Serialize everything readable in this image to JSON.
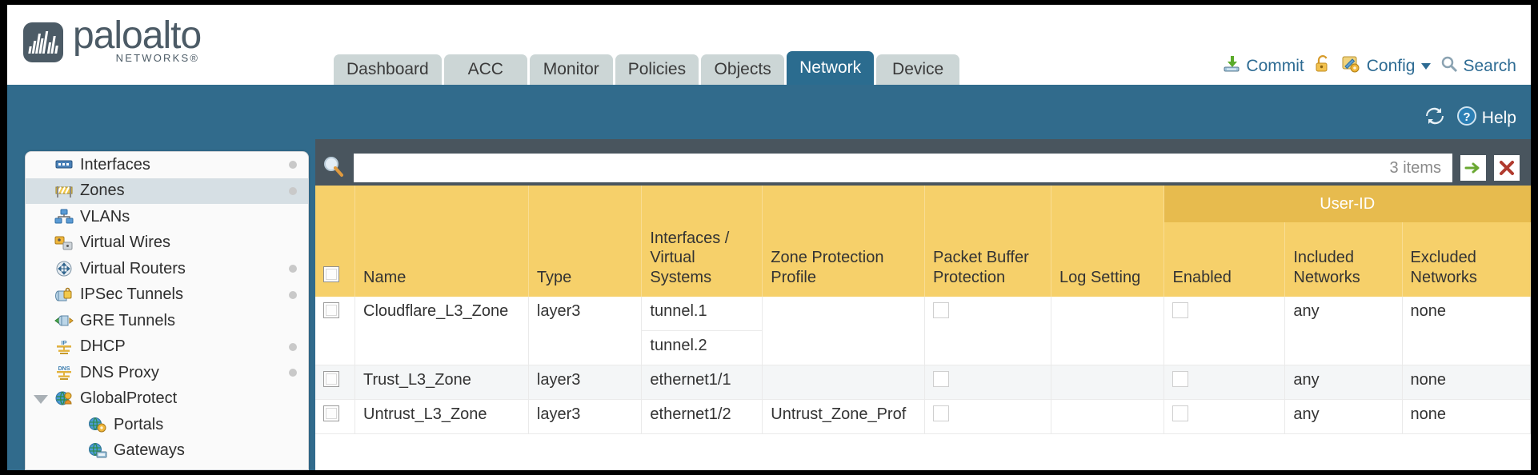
{
  "brand": {
    "name": "paloalto",
    "sub": "NETWORKS®"
  },
  "tabs": [
    {
      "label": "Dashboard",
      "active": false
    },
    {
      "label": "ACC",
      "active": false
    },
    {
      "label": "Monitor",
      "active": false
    },
    {
      "label": "Policies",
      "active": false
    },
    {
      "label": "Objects",
      "active": false
    },
    {
      "label": "Network",
      "active": true
    },
    {
      "label": "Device",
      "active": false
    }
  ],
  "top_actions": {
    "commit": "Commit",
    "config": "Config",
    "search": "Search"
  },
  "band_actions": {
    "help": "Help"
  },
  "sidebar": {
    "items": [
      {
        "label": "Interfaces",
        "icon": "interfaces-icon",
        "dot": true,
        "selected": false,
        "child": false,
        "expander": false
      },
      {
        "label": "Zones",
        "icon": "zones-icon",
        "dot": true,
        "selected": true,
        "child": false,
        "expander": false
      },
      {
        "label": "VLANs",
        "icon": "vlans-icon",
        "dot": false,
        "selected": false,
        "child": false,
        "expander": false
      },
      {
        "label": "Virtual Wires",
        "icon": "virtual-wires-icon",
        "dot": false,
        "selected": false,
        "child": false,
        "expander": false
      },
      {
        "label": "Virtual Routers",
        "icon": "virtual-routers-icon",
        "dot": true,
        "selected": false,
        "child": false,
        "expander": false
      },
      {
        "label": "IPSec Tunnels",
        "icon": "ipsec-tunnels-icon",
        "dot": true,
        "selected": false,
        "child": false,
        "expander": false
      },
      {
        "label": "GRE Tunnels",
        "icon": "gre-tunnels-icon",
        "dot": false,
        "selected": false,
        "child": false,
        "expander": false
      },
      {
        "label": "DHCP",
        "icon": "dhcp-icon",
        "dot": true,
        "selected": false,
        "child": false,
        "expander": false
      },
      {
        "label": "DNS Proxy",
        "icon": "dns-proxy-icon",
        "dot": true,
        "selected": false,
        "child": false,
        "expander": false
      },
      {
        "label": "GlobalProtect",
        "icon": "globalprotect-icon",
        "dot": false,
        "selected": false,
        "child": false,
        "expander": true
      },
      {
        "label": "Portals",
        "icon": "portals-icon",
        "dot": false,
        "selected": false,
        "child": true,
        "expander": false
      },
      {
        "label": "Gateways",
        "icon": "gateways-icon",
        "dot": false,
        "selected": false,
        "child": true,
        "expander": false
      }
    ]
  },
  "search": {
    "value": "",
    "placeholder": "",
    "items_count": "3 items"
  },
  "table": {
    "group_header": "User-ID",
    "columns": [
      "Name",
      "Type",
      "Interfaces / Virtual Systems",
      "Zone Protection Profile",
      "Packet Buffer Protection",
      "Log Setting",
      "Enabled",
      "Included Networks",
      "Excluded Networks"
    ],
    "rows": [
      {
        "name": "Cloudflare_L3_Zone",
        "type": "layer3",
        "interfaces": [
          "tunnel.1",
          "tunnel.2"
        ],
        "zone_protection_profile": "",
        "packet_buffer_protection": false,
        "log_setting": "",
        "userid_enabled": false,
        "included_networks": "any",
        "excluded_networks": "none"
      },
      {
        "name": "Trust_L3_Zone",
        "type": "layer3",
        "interfaces": [
          "ethernet1/1"
        ],
        "zone_protection_profile": "",
        "packet_buffer_protection": false,
        "log_setting": "",
        "userid_enabled": false,
        "included_networks": "any",
        "excluded_networks": "none"
      },
      {
        "name": "Untrust_L3_Zone",
        "type": "layer3",
        "interfaces": [
          "ethernet1/2"
        ],
        "zone_protection_profile": "Untrust_Zone_Prof",
        "packet_buffer_protection": false,
        "log_setting": "",
        "userid_enabled": false,
        "included_networks": "any",
        "excluded_networks": "none"
      }
    ]
  },
  "colors": {
    "brand_blue": "#316b8c",
    "tab_active": "#2b6c8f",
    "tab_inactive": "#ccd6d6",
    "header_gold": "#f6d06a",
    "group_gold": "#e7bb4e",
    "link": "#4c87b3",
    "panel_dark": "#49555e"
  }
}
